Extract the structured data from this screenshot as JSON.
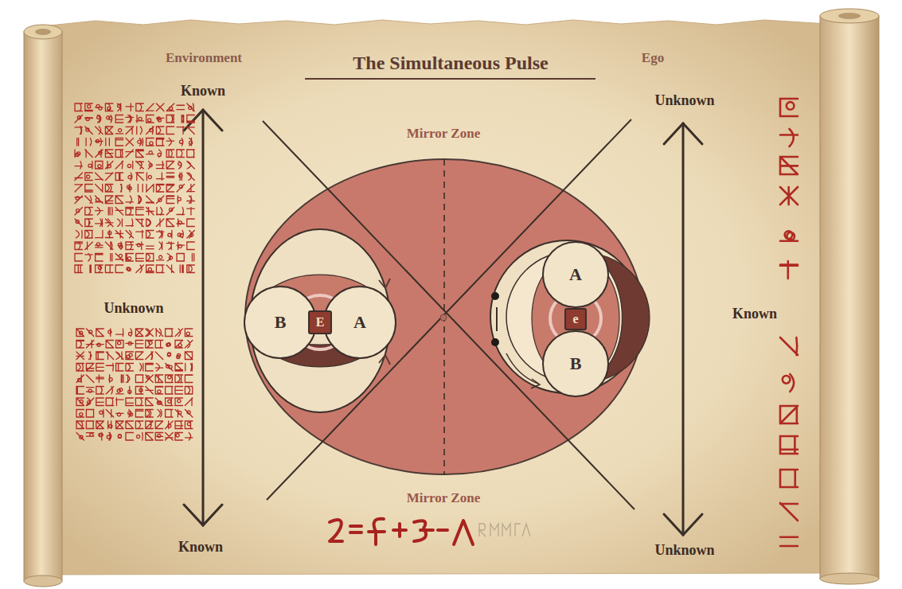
{
  "diagram": {
    "title": "The Simultaneous Pulse",
    "nodes": [
      {
        "text": [
          "B"
        ]
      },
      {
        "text": [
          "E"
        ]
      },
      {
        "text": [
          "A"
        ]
      },
      {
        "text": [
          "A"
        ]
      },
      {
        "text": [
          "e"
        ]
      },
      {
        "text": [
          "B"
        ]
      }
    ],
    "labels": [
      "Environment",
      "Ego",
      "Known",
      "Unknown",
      "Known",
      "Unknown",
      "Known",
      "Unknown",
      "Mirror Zone",
      "Mirror Zone"
    ]
  }
}
